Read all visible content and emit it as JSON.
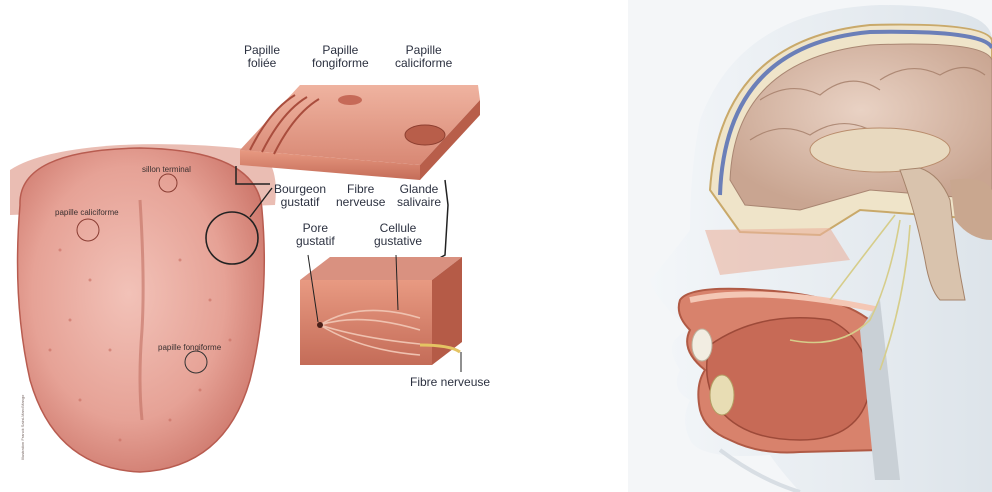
{
  "figure": {
    "tongue_labels": {
      "sillon": "sillon terminal",
      "caliciforme": "papille caliciforme",
      "fongiforme": "papille fongiforme",
      "copyright": "Illustration Franck Saint-Marc/Mango"
    },
    "block_labels": {
      "foliee": [
        "Papille",
        "foliée"
      ],
      "fongiforme": [
        "Papille",
        "fongiforme"
      ],
      "caliciforme": [
        "Papille",
        "caliciforme"
      ],
      "bourgeon": [
        "Bourgeon",
        "gustatif"
      ],
      "fibre": [
        "Fibre",
        "nerveuse"
      ],
      "glande": [
        "Glande",
        "salivaire"
      ],
      "pore": [
        "Pore",
        "gustatif"
      ],
      "cellule": [
        "Cellule",
        "gustative"
      ],
      "fibre_nerveuse": "Fibre nerveuse"
    }
  }
}
